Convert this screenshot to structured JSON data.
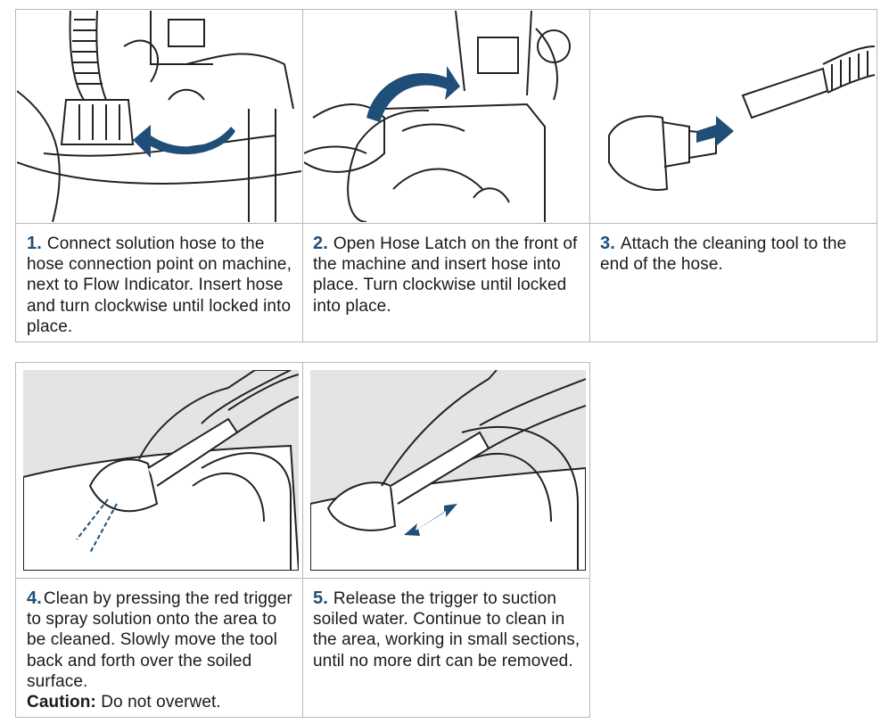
{
  "colors": {
    "accent": "#1f4f78",
    "border": "#b8b8b8",
    "panel_gray": "#e4e4e4"
  },
  "steps": [
    {
      "number": "1.",
      "text": "Connect solution hose to the hose connection point on machine, next to Flow Indicator. Insert hose and turn clockwise until locked into place.",
      "icon": "hose-connection-illustration"
    },
    {
      "number": "2.",
      "text": "Open Hose Latch on the front of the machine and insert hose into place. Turn clockwise until locked into place.",
      "icon": "hose-latch-illustration"
    },
    {
      "number": "3.",
      "text": "Attach the cleaning tool to the end of the hose.",
      "icon": "attach-tool-illustration"
    },
    {
      "number": "4.",
      "text": "Clean by pressing the red trigger to spray solution onto the area to be cleaned. Slowly move the tool back and forth over the soiled surface.",
      "caution_label": "Caution:",
      "caution_text": " Do not overwet.",
      "icon": "spray-cleaning-illustration"
    },
    {
      "number": "5.",
      "text": "Release the trigger to suction soiled water. Continue to clean in the area, working in small sections, until no more dirt can be removed.",
      "icon": "suction-illustration"
    }
  ]
}
